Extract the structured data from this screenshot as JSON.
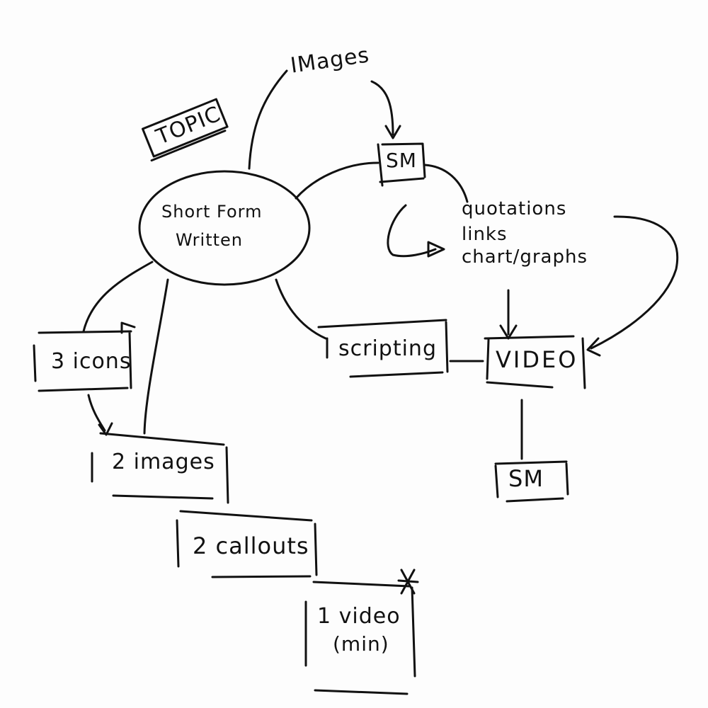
{
  "nodes": {
    "topic": "TOPIC",
    "short_form_line1": "Short Form",
    "short_form_line2": "Written",
    "images_top": "IMages",
    "sm_top": "SM",
    "quotations": "quotations",
    "links": "links",
    "charts_graphs": "chart/graphs",
    "scripting": "scripting",
    "video": "VIDEO",
    "sm_bottom": "SM",
    "three_icons": "3 icons",
    "two_images": "2 images",
    "two_callouts": "2 callouts",
    "one_video_line1": "1 video",
    "one_video_line2": "(min)",
    "star": "*"
  },
  "colors": {
    "ink": "#111111",
    "board": "#fdfdfd"
  }
}
